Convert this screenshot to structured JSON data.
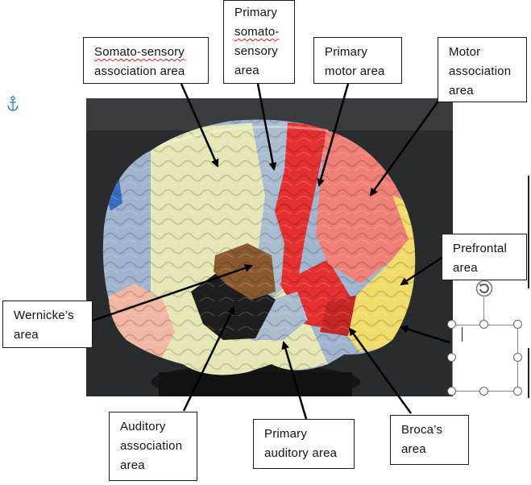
{
  "labels": {
    "somatosensory_association": [
      "Somato-sensory",
      "association area"
    ],
    "primary_somatosensory": [
      "Primary",
      "somato-",
      "sensory",
      "area"
    ],
    "primary_motor": [
      "Primary",
      "motor area"
    ],
    "motor_association": [
      "Motor",
      "association",
      "area"
    ],
    "prefrontal": [
      "Prefrontal",
      "area"
    ],
    "wernicke": [
      "Wernicke’s",
      "area"
    ],
    "auditory_association": [
      "Auditory",
      "association",
      "area"
    ],
    "primary_auditory": [
      "Primary",
      "auditory area"
    ],
    "broca": [
      "Broca’s",
      "area"
    ]
  },
  "region_colors": {
    "somatosensory_association": "#e5e7b4",
    "primary_somatosensory": "#a9bcd0",
    "primary_motor": "#e53030",
    "motor_association": "#f08075",
    "prefrontal": "#f1dc6a",
    "wernicke": "#8a5a2e",
    "auditory_association": "#1e1e1e",
    "primary_auditory": "#a9bcd0",
    "broca": "#c52727",
    "cerebellum": "#f1b7a2",
    "occipital": "#9fb4cd"
  }
}
